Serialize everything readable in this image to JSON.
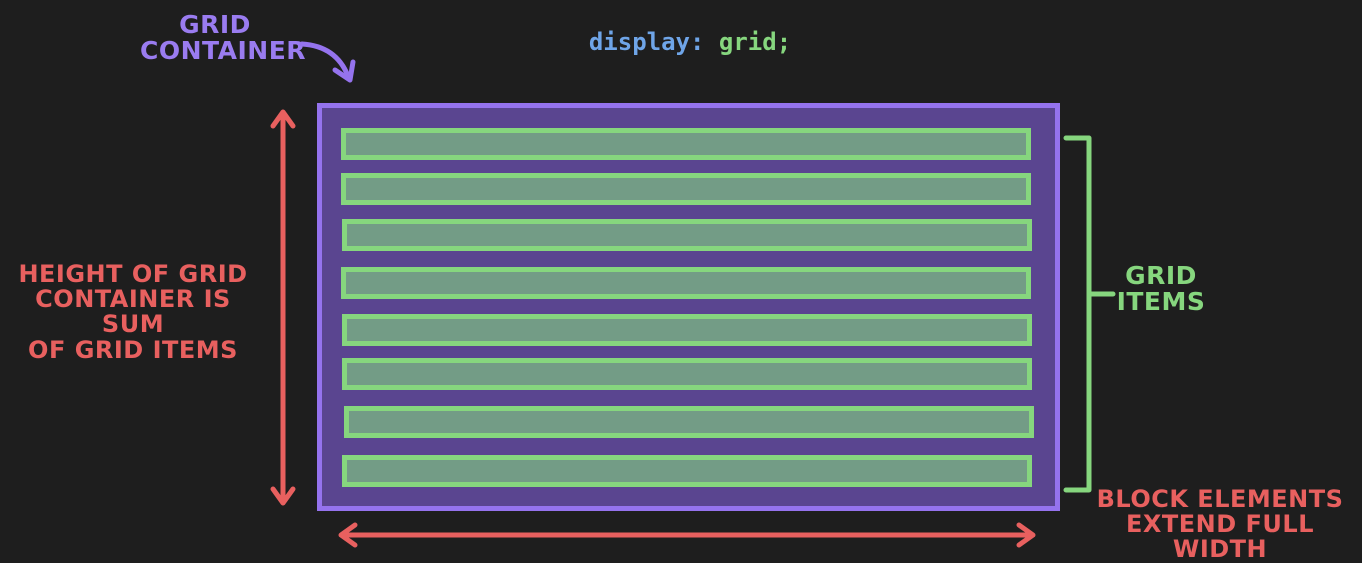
{
  "labels": {
    "grid_container": "GRID\nCONTAINER",
    "height_note": "HEIGHT OF GRID\nCONTAINER IS SUM\nOF GRID ITEMS",
    "grid_items": "GRID\nITEMS",
    "block_note": "BLOCK ELEMENTS\nEXTEND FULL WIDTH"
  },
  "code": {
    "property": "display",
    "colon": ":",
    "value": "grid;"
  },
  "colors": {
    "background": "#1e1e1e",
    "container_border": "#9573ee",
    "container_fill": "#5a4590",
    "item_border": "#86d67e",
    "item_fill": "#739c86",
    "arrow_red": "#e8605f",
    "label_purple": "#9a7cf0",
    "code_blue": "#6fa5e8"
  },
  "grid_item_count": 8
}
